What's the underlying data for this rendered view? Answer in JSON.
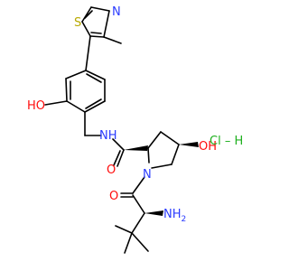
{
  "molecule": {
    "labels": {
      "S": "S",
      "N_thiazole": "N",
      "OH_phenol": "HO",
      "NH_amide": "NH",
      "O_amide": "O",
      "N_pyrrolidine": "N",
      "OH_pyrrolidine": "OH",
      "O_acyl": "O",
      "NH2": "NH",
      "NH2_subscript": "2",
      "HCl": "Cl – H"
    },
    "colors": {
      "carbon": "#000000",
      "nitrogen": "#2b3cff",
      "oxygen": "#ff0d0d",
      "sulfur": "#b8a900",
      "chlorine": "#1fb01f"
    }
  }
}
